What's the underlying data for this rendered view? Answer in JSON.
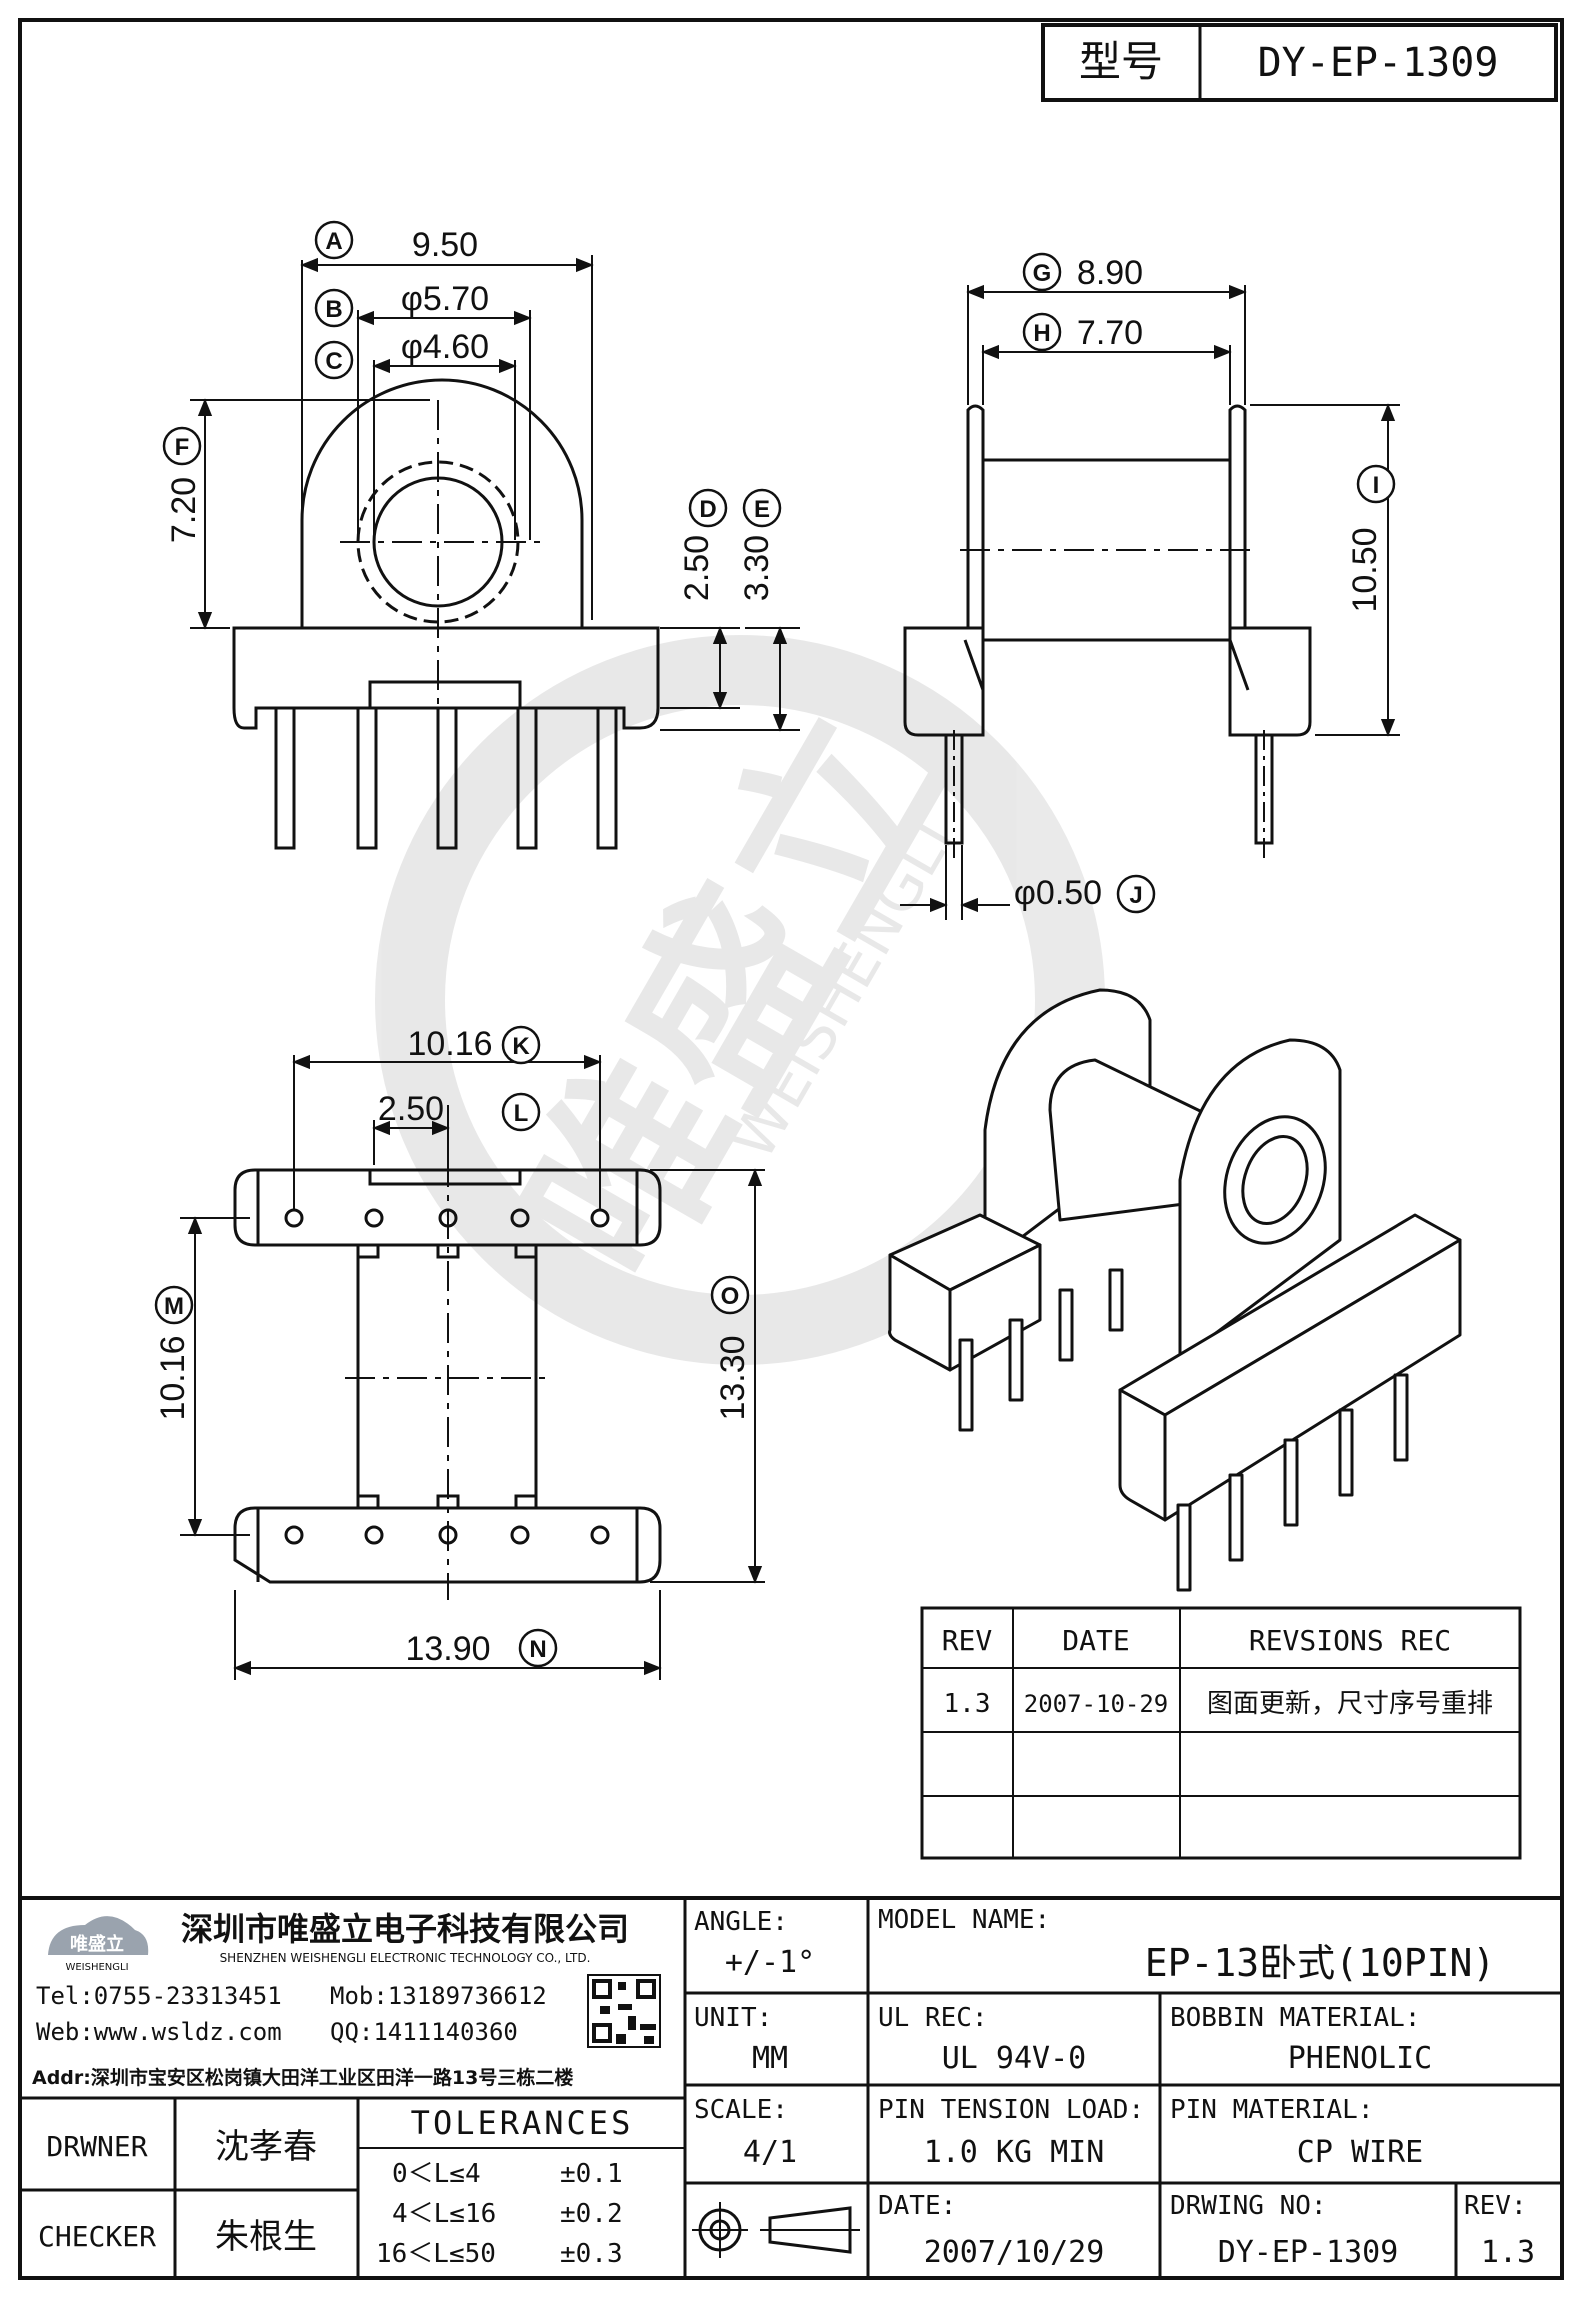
{
  "header": {
    "type_label": "型号",
    "model_no": "DY-EP-1309"
  },
  "dimensions": {
    "A": {
      "letter": "A",
      "value": "9.50"
    },
    "B": {
      "letter": "B",
      "value": "φ5.70"
    },
    "C": {
      "letter": "C",
      "value": "φ4.60"
    },
    "D": {
      "letter": "D",
      "value": "2.50"
    },
    "E": {
      "letter": "E",
      "value": "3.30"
    },
    "F": {
      "letter": "F",
      "value": "7.20"
    },
    "G": {
      "letter": "G",
      "value": "8.90"
    },
    "H": {
      "letter": "H",
      "value": "7.70"
    },
    "I": {
      "letter": "I",
      "value": "10.50"
    },
    "J": {
      "letter": "J",
      "value": "φ0.50"
    },
    "K": {
      "letter": "K",
      "value": "10.16"
    },
    "L": {
      "letter": "L",
      "value": "2.50"
    },
    "M": {
      "letter": "M",
      "value": "10.16"
    },
    "N": {
      "letter": "N",
      "value": "13.90"
    },
    "O": {
      "letter": "O",
      "value": "13.30"
    }
  },
  "watermark": {
    "text": "唯盛立",
    "sub": "WEISHENGLI"
  },
  "revision_table": {
    "headers": [
      "REV",
      "DATE",
      "REVSIONS REC"
    ],
    "rows": [
      [
        "1.3",
        "2007-10-29",
        "图面更新，尺寸序号重排"
      ],
      [
        "",
        "",
        ""
      ],
      [
        "",
        "",
        ""
      ]
    ]
  },
  "company": {
    "logo_text": "唯盛立",
    "logo_sub": "WEISHENGLI",
    "name_cn": "深圳市唯盛立电子科技有限公司",
    "name_en": "SHENZHEN WEISHENGLI ELECTRONIC TECHNOLOGY CO., LTD.",
    "tel": "Tel:0755-23313451",
    "mob": "Mob:13189736612",
    "web": "Web:www.wsldz.com",
    "qq": "QQ:1411140360",
    "addr": "Addr:深圳市宝安区松岗镇大田洋工业区田洋一路13号三栋二楼"
  },
  "title_block": {
    "drawer_label": "DRWNER",
    "drawer": "沈孝春",
    "checker_label": "CHECKER",
    "checker": "朱根生",
    "tolerances_label": "TOLERANCES",
    "tolerances": [
      {
        "range": "0＜L≤4",
        "tol": "±0.1"
      },
      {
        "range": "4＜L≤16",
        "tol": "±0.2"
      },
      {
        "range": "16＜L≤50",
        "tol": "±0.3"
      }
    ],
    "angle_label": "ANGLE:",
    "angle": "+/-1°",
    "unit_label": "UNIT:",
    "unit": "MM",
    "scale_label": "SCALE:",
    "scale": "4/1",
    "model_label": "MODEL NAME:",
    "model": "EP-13卧式(10PIN)",
    "ul_label": "UL REC:",
    "ul": "UL 94V-0",
    "bobbin_label": "BOBBIN MATERIAL:",
    "bobbin": "PHENOLIC",
    "pin_tension_label": "PIN TENSION LOAD:",
    "pin_tension": "1.0 KG MIN",
    "pin_material_label": "PIN MATERIAL:",
    "pin_material": "CP WIRE",
    "date_label": "DATE:",
    "date": "2007/10/29",
    "drawing_label": "DRWING NO:",
    "drawing": "DY-EP-1309",
    "rev_label": "REV:",
    "rev": "1.3"
  }
}
